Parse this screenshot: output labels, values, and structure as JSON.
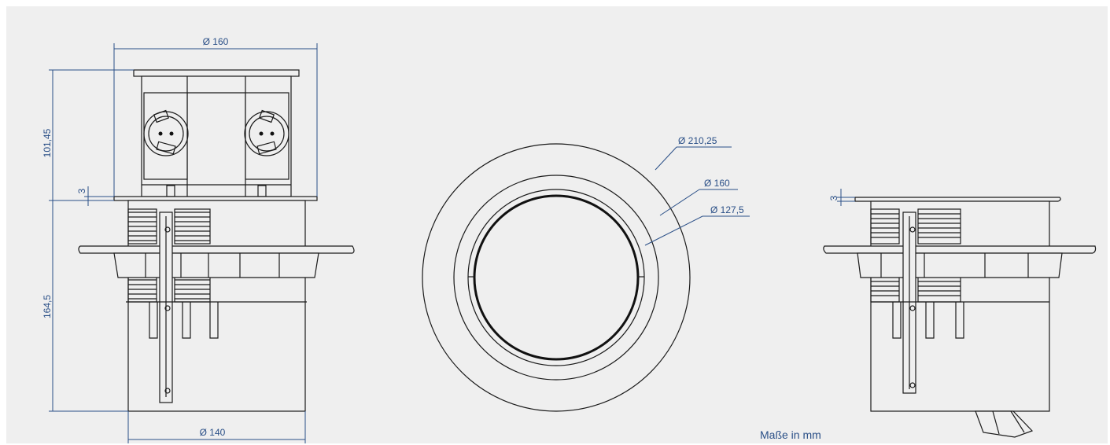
{
  "dimensions": {
    "front_top_width": "Ø 160",
    "front_height_upper": "101,45",
    "front_flange_thickness": "3",
    "front_height_lower": "164,5",
    "front_bottom_width": "Ø 140",
    "top_outer_diameter": "Ø 210,25",
    "top_mid_diameter": "Ø 160",
    "top_inner_diameter": "Ø 127,5",
    "side_flange_thickness": "3"
  },
  "note": "Maße in mm",
  "colors": {
    "dimension": "#2a4f87",
    "line": "#1a1a1a",
    "background": "#efefef"
  }
}
